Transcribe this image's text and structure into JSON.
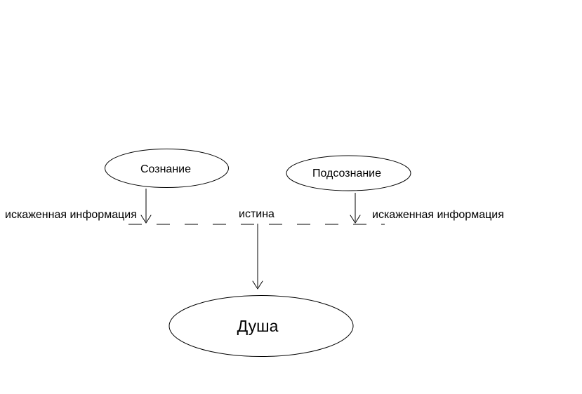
{
  "diagram": {
    "background_color": "#ffffff",
    "line_color": "#000000",
    "text_color": "#000000",
    "nodes": [
      {
        "id": "consciousness",
        "label": "Сознание",
        "shape": "ellipse"
      },
      {
        "id": "subconscious",
        "label": "Подсознание",
        "shape": "ellipse"
      },
      {
        "id": "soul",
        "label": "Душа",
        "shape": "ellipse"
      }
    ],
    "labels": [
      {
        "id": "distorted-info-left",
        "text": "искаженная информация"
      },
      {
        "id": "truth",
        "text": "истина"
      },
      {
        "id": "distorted-info-right",
        "text": "искаженная информация"
      }
    ],
    "edges": [
      {
        "from": "consciousness",
        "to": "boundary",
        "label": "искаженная информация",
        "style": "arrow-down"
      },
      {
        "from": "subconscious",
        "to": "boundary",
        "label": "искаженная информация",
        "style": "arrow-down"
      },
      {
        "from": "boundary",
        "to": "soul",
        "label": "истина",
        "style": "arrow-down"
      }
    ],
    "boundary": {
      "style": "dashed-horizontal-line"
    }
  }
}
